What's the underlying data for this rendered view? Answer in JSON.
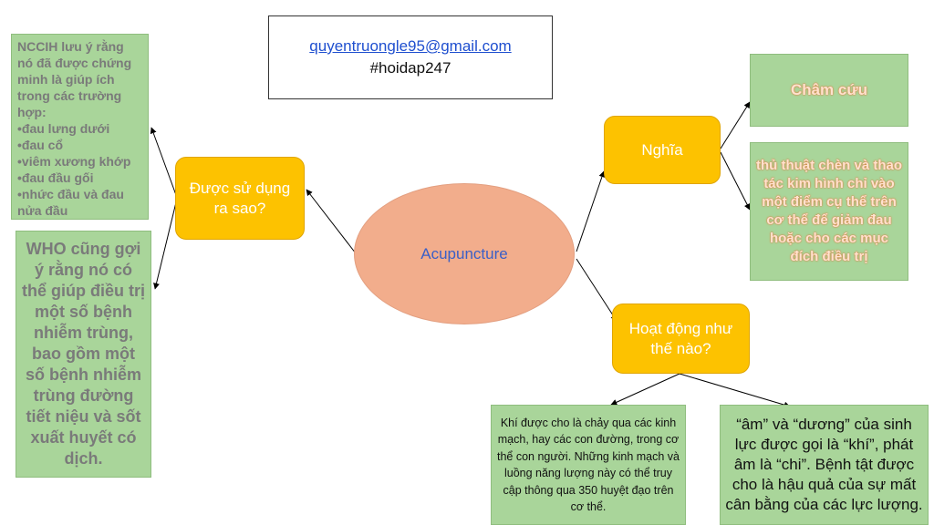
{
  "header": {
    "email": "quyentruongle95@gmail.com",
    "tag": "#hoidap247"
  },
  "center": {
    "label": "Acupuncture"
  },
  "nodes": {
    "usage": "Được sử dụng ra sao?",
    "meaning": "Nghĩa",
    "how": "Hoạt động như thế nào?"
  },
  "usage_details": {
    "nccih": "NCCIH lưu ý rằng nó đã được chứng minh là giúp ích trong các trường hợp:\n•đau lưng dưới\n•đau cổ\n•viêm xương khớp\n•đau đầu gối\n•nhức đầu và đau nửa đầu",
    "who": "WHO cũng gợi ý rằng nó có thể giúp điều trị một số bệnh nhiễm trùng, bao gồm một số bệnh nhiễm trùng đường tiết niệu và sốt xuất huyết có dịch."
  },
  "meaning_details": {
    "title": "Châm cứu",
    "definition": "thủ thuật chèn và thao tác kim hình chỉ vào một điểm cụ thể trên cơ thể để giảm đau hoặc cho các mục đích điều trị"
  },
  "how_details": {
    "qi": "Khí được cho là chảy qua các kinh mạch, hay các con đường, trong cơ thể con người. Những kinh mạch và luồng năng lượng này có thể truy cập thông qua 350 huyệt đạo trên cơ thể.",
    "balance": "“âm” và “dương” của sinh lực được gọi là “khí”, phát âm là “chi”. Bệnh tật được cho là hậu quả của sự mất cân bằng của các lực lượng."
  },
  "colors": {
    "yellow": "#fdc200",
    "green": "#a9d59a",
    "oval": "#f2ad8c",
    "oval_text": "#3a5fc7"
  }
}
